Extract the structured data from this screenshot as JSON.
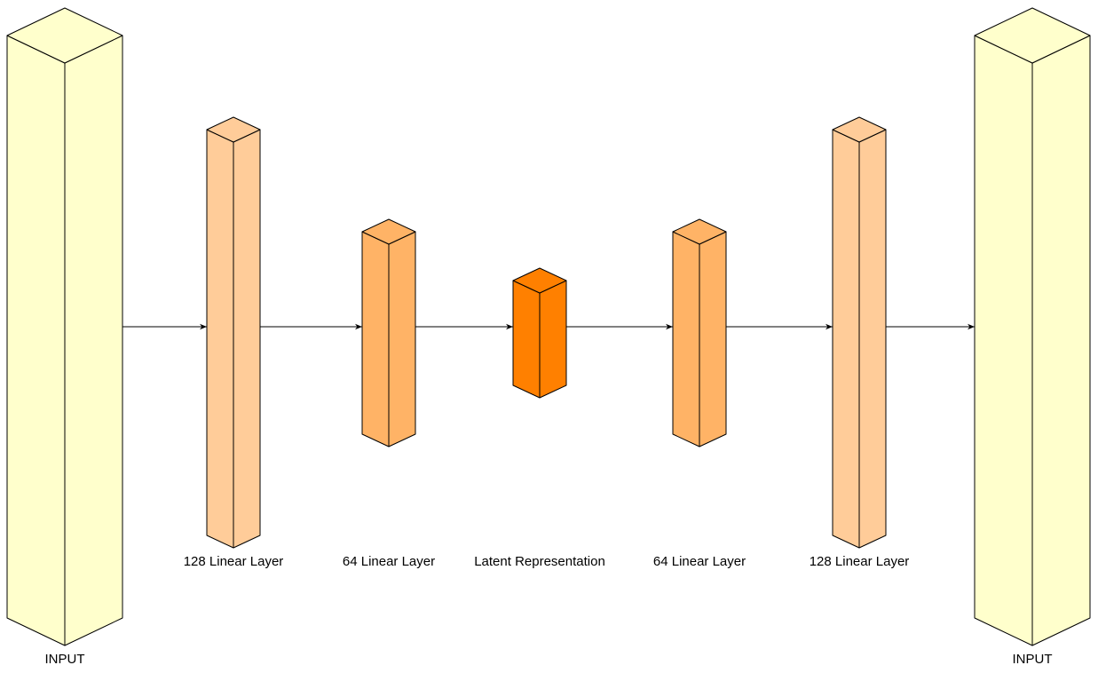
{
  "diagram": {
    "colors": {
      "input_fill": "#FFFFCC",
      "layer128_fill": "#FFCC99",
      "layer64_fill": "#FFB366",
      "latent_fill": "#FF8000",
      "stroke": "#000000"
    },
    "blocks": [
      {
        "id": "input-left",
        "label": "INPUT",
        "color_key": "input_fill"
      },
      {
        "id": "encoder-128",
        "label": "128 Linear Layer",
        "color_key": "layer128_fill"
      },
      {
        "id": "encoder-64",
        "label": "64 Linear Layer",
        "color_key": "layer64_fill"
      },
      {
        "id": "latent",
        "label": "Latent Representation",
        "color_key": "latent_fill"
      },
      {
        "id": "decoder-64",
        "label": "64 Linear Layer",
        "color_key": "layer64_fill"
      },
      {
        "id": "decoder-128",
        "label": "128 Linear Layer",
        "color_key": "layer128_fill"
      },
      {
        "id": "input-right",
        "label": "INPUT",
        "color_key": "input_fill"
      }
    ],
    "connections": [
      {
        "from": "input-left",
        "to": "encoder-128"
      },
      {
        "from": "encoder-128",
        "to": "encoder-64"
      },
      {
        "from": "encoder-64",
        "to": "latent"
      },
      {
        "from": "latent",
        "to": "decoder-64"
      },
      {
        "from": "decoder-64",
        "to": "decoder-128"
      },
      {
        "from": "decoder-128",
        "to": "input-right"
      }
    ]
  }
}
